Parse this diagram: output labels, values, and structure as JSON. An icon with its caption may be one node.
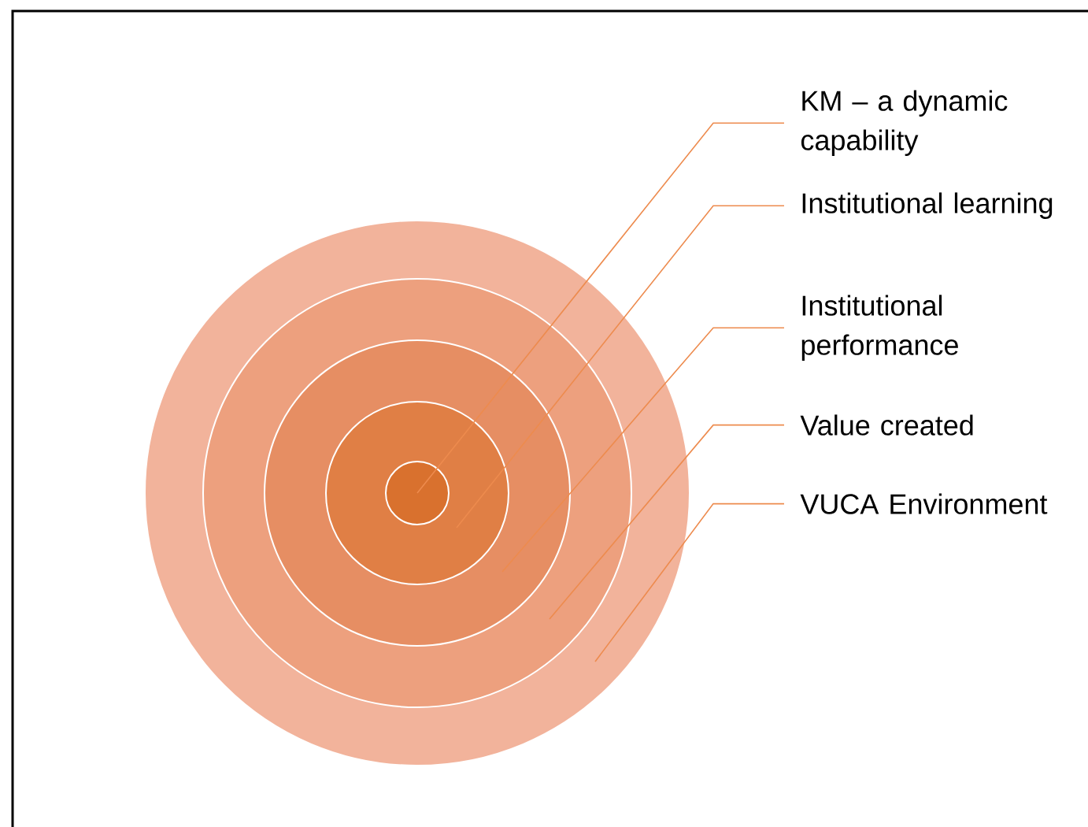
{
  "diagram": {
    "nodes": [
      {
        "text": [],
        "shape": "circle"
      },
      {
        "text": [],
        "shape": "circle",
        "in": 0
      },
      {
        "text": [],
        "shape": "circle",
        "in": 1
      },
      {
        "text": [],
        "shape": "circle",
        "in": 2
      },
      {
        "text": [],
        "shape": "circle",
        "in": 3
      },
      {
        "text": [
          "KM – a dynamic capability"
        ]
      },
      {
        "text": [
          "Institutional learning"
        ]
      },
      {
        "text": [
          "Institutional performance"
        ]
      },
      {
        "text": [
          "Value created"
        ]
      },
      {
        "text": [
          "VUCA Environment"
        ]
      }
    ],
    "edges": [
      {
        "from": 5,
        "to": 4,
        "arrow": "none"
      },
      {
        "from": 6,
        "to": 3,
        "arrow": "none"
      },
      {
        "from": 7,
        "to": 2,
        "arrow": "none"
      },
      {
        "from": 8,
        "to": 1,
        "arrow": "none"
      },
      {
        "from": 9,
        "to": 0,
        "arrow": "none"
      }
    ]
  }
}
